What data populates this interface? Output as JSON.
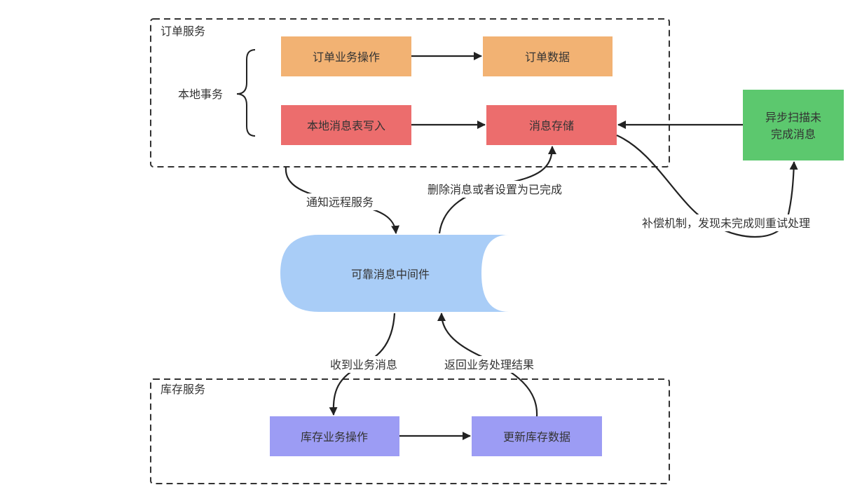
{
  "groups": {
    "order_service": "订单服务",
    "inventory_service": "库存服务"
  },
  "brace_label": "本地事务",
  "nodes": {
    "order_op": "订单业务操作",
    "order_data": "订单数据",
    "local_msg_write": "本地消息表写入",
    "msg_store": "消息存储",
    "async_scan_line1": "异步扫描未",
    "async_scan_line2": "完成消息",
    "mq": "可靠消息中间件",
    "inv_op": "库存业务操作",
    "inv_update": "更新库存数据"
  },
  "edges": {
    "notify_remote": "通知远程服务",
    "delete_or_complete": "删除消息或者设置为已完成",
    "compensation": "补偿机制，发现未完成则重试处理",
    "receive_msg": "收到业务消息",
    "return_result": "返回业务处理结果"
  },
  "colors": {
    "order_node": "#F2B273",
    "msg_node": "#EC6D6D",
    "scan_node": "#5CC86E",
    "mq_node": "#A9CDF7",
    "inv_node": "#9C9CF4",
    "edge": "#222222",
    "group_border": "#333333"
  }
}
